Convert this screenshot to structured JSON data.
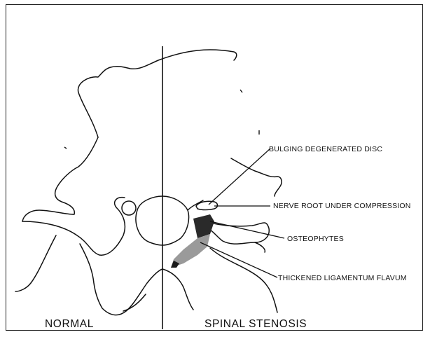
{
  "labels": {
    "bulging_disc": "BULGING DEGENERATED DISC",
    "nerve_root": "NERVE ROOT UNDER COMPRESSION",
    "osteophytes": "OSTEOPHYTES",
    "ligamentum": "THICKENED LIGAMENTUM FLAVUM"
  },
  "captions": {
    "left": "NORMAL",
    "right": "SPINAL STENOSIS"
  }
}
